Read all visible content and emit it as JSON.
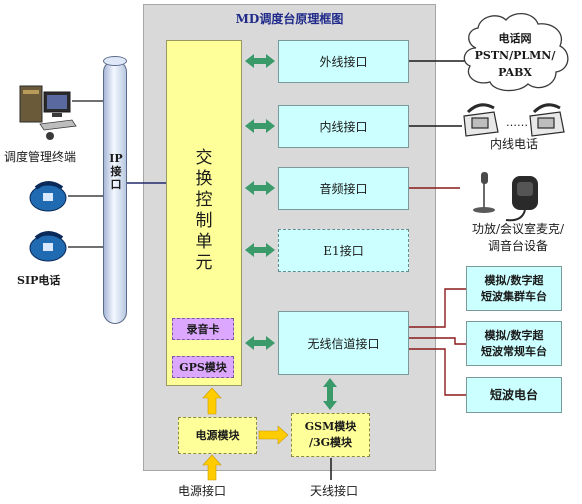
{
  "title": "MD调度台原理框图",
  "switch_unit": [
    "交",
    "换",
    "控",
    "制",
    "单",
    "元"
  ],
  "record_card": "录音卡",
  "gps_module": "GPS模块",
  "interfaces": {
    "external": "外线接口",
    "internal": "内线接口",
    "audio": "音频接口",
    "e1": "E1接口",
    "wireless": "无线信道接口"
  },
  "power_module": "电源模块",
  "gsm_module": [
    "GSM模块",
    "/3G模块"
  ],
  "power_port": "电源接口",
  "antenna_port": "天线接口",
  "ip_port": [
    "IP",
    "接",
    "口"
  ],
  "left_devices": {
    "dispatch_terminal": "调度管理终端",
    "sip_phone": "SIP电话"
  },
  "cloud": [
    "电话网",
    "PSTN/PLMN/",
    "PABX"
  ],
  "internal_phone": "内线电话",
  "audio_devices": [
    "功放/会议室麦克/",
    "调音台设备"
  ],
  "radio_boxes": {
    "trunked": [
      "模拟/数字超",
      "短波集群车台"
    ],
    "conventional": [
      "模拟/数字超",
      "短波常规车台"
    ],
    "shortwave": "短波电台"
  },
  "colors": {
    "frame": "#d9d9d9",
    "switch_unit": "#ffff99",
    "interface": "#ccffff",
    "module_purple": "#dca8ff",
    "arrow_green": "#3a9a6a",
    "arrow_yellow": "#ffcc00",
    "line_dark_red": "#8b1a1a"
  }
}
